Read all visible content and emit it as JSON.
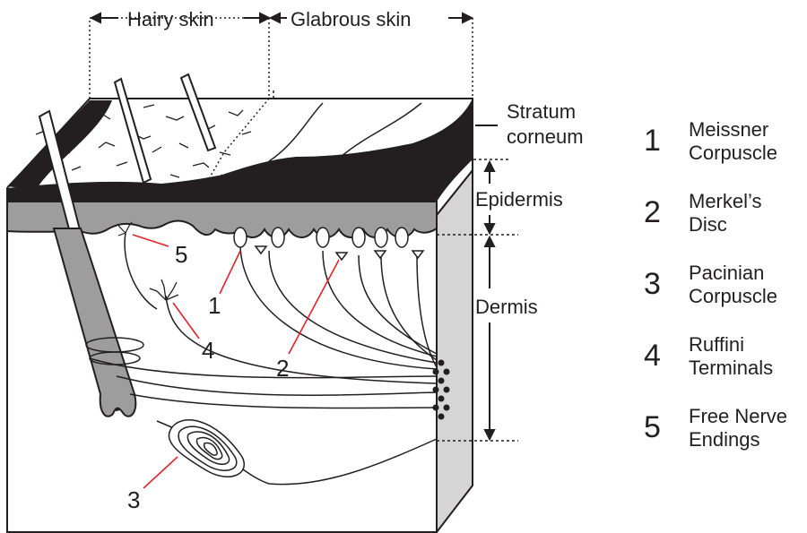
{
  "header": {
    "hairy_skin": "Hairy skin",
    "glabrous_skin": "Glabrous skin"
  },
  "layers": {
    "stratum_line1": "Stratum",
    "stratum_line2": "corneum",
    "epidermis": "Epidermis",
    "dermis": "Dermis"
  },
  "markers": [
    "1",
    "2",
    "3",
    "4",
    "5"
  ],
  "legend": [
    {
      "number": "1",
      "line1": "Meissner",
      "line2": "Corpuscle"
    },
    {
      "number": "2",
      "line1": "Merkel’s",
      "line2": "Disc"
    },
    {
      "number": "3",
      "line1": "Pacinian",
      "line2": "Corpuscle"
    },
    {
      "number": "4",
      "line1": "Ruffini",
      "line2": "Terminals"
    },
    {
      "number": "5",
      "line1": "Free Nerve",
      "line2": "Endings"
    }
  ],
  "colors": {
    "ink": "#231f20",
    "epidermis_gray": "#9d9d9d",
    "side_gray": "#d5d5d5",
    "pointer_red": "#e3242b"
  }
}
